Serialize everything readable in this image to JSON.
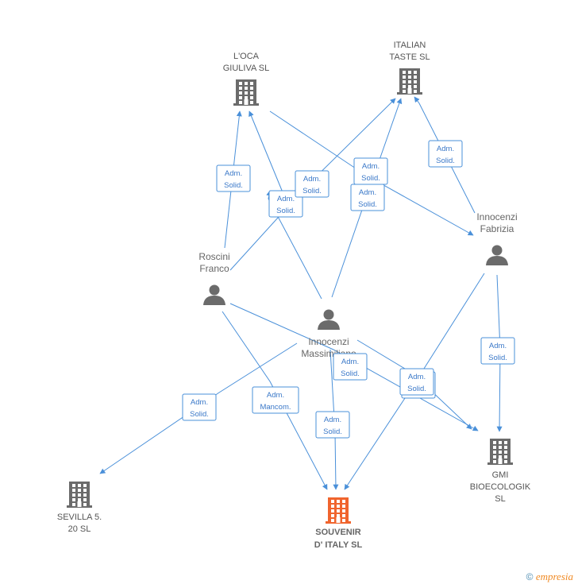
{
  "companies": [
    {
      "id": "loca",
      "lines": [
        "L'OCA",
        "GIULIVA SL"
      ],
      "color": "#6b6b6b",
      "focus": false
    },
    {
      "id": "italian",
      "lines": [
        "ITALIAN",
        "TASTE  SL"
      ],
      "color": "#6b6b6b",
      "focus": false
    },
    {
      "id": "gmi",
      "lines": [
        "GMI",
        "BIOECOLOGIK",
        "SL"
      ],
      "color": "#6b6b6b",
      "focus": false
    },
    {
      "id": "sevilla",
      "lines": [
        "SEVILLA 5.",
        "20  SL"
      ],
      "color": "#6b6b6b",
      "focus": false
    },
    {
      "id": "souvenir",
      "lines": [
        "SOUVENIR",
        "D' ITALY  SL"
      ],
      "color": "#f0642d",
      "focus": true
    }
  ],
  "people": [
    {
      "id": "roscini",
      "lines": [
        "Roscini",
        "Franco"
      ]
    },
    {
      "id": "fabrizia",
      "lines": [
        "Innocenzi",
        "Fabrizia"
      ]
    },
    {
      "id": "massimiliano",
      "lines": [
        "Innocenzi",
        "Massimiliano"
      ]
    }
  ],
  "relations": [
    {
      "lines": [
        "Adm.",
        "Solid."
      ]
    },
    {
      "lines": [
        "Adm.",
        "Solid."
      ]
    },
    {
      "lines": [
        "Adm.",
        "Solid."
      ]
    },
    {
      "lines": [
        "Adm.",
        "Solid."
      ]
    },
    {
      "lines": [
        "Adm.",
        "Solid."
      ]
    },
    {
      "lines": [
        "Adm.",
        "Solid."
      ]
    },
    {
      "lines": [
        "Adm.",
        "Solid."
      ]
    },
    {
      "lines": [
        "Adm.",
        "Mancom."
      ]
    },
    {
      "lines": [
        "Adm.",
        "Solid."
      ]
    },
    {
      "lines": [
        "Adm.",
        "Solid."
      ]
    },
    {
      "lines": [
        "Adm.",
        "Solid."
      ]
    },
    {
      "lines": [
        "Adm.",
        "Solid."
      ]
    },
    {
      "lines": [
        "Adm.",
        "Solid."
      ]
    }
  ],
  "footer": {
    "copyright": "©",
    "brand": "empresia"
  },
  "colors": {
    "edge": "#4a90d9",
    "person": "#6b6b6b"
  }
}
